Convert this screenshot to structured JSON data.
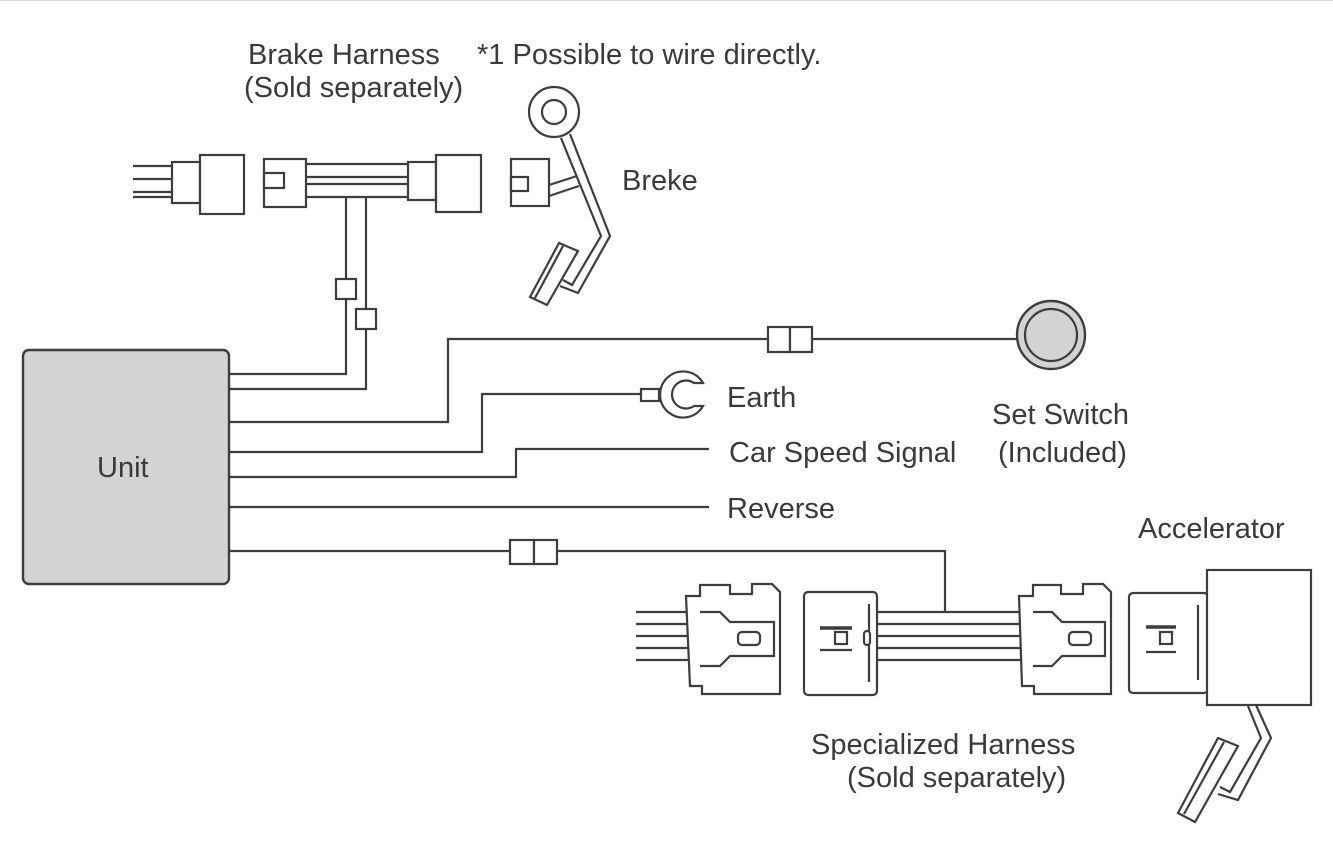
{
  "diagram": {
    "type": "wiring-diagram",
    "colors": {
      "line": "#3d3d3d",
      "unit_fill": "#d1d3d5",
      "text": "#3a3a3a"
    },
    "labels": {
      "brake_harness": "Brake Harness",
      "brake_harness_note": "(Sold separately)",
      "direct_wire_note": "*1 Possible to wire directly.",
      "brake": "Breke",
      "unit": "Unit",
      "earth": "Earth",
      "set_switch": "Set Switch",
      "set_switch_note": "(Included)",
      "car_speed_signal": "Car Speed Signal",
      "reverse": "Reverse",
      "accelerator": "Accelerator",
      "specialized_harness": "Specialized Harness",
      "specialized_harness_note": "(Sold separately)"
    },
    "components": [
      {
        "id": "unit",
        "icon": "control-unit-box"
      },
      {
        "id": "brake-harness",
        "icon": "connector-harness"
      },
      {
        "id": "brake-pedal",
        "icon": "pedal-switch"
      },
      {
        "id": "set-switch",
        "icon": "round-button"
      },
      {
        "id": "earth",
        "icon": "ring-terminal"
      },
      {
        "id": "specialized-harness",
        "icon": "connector-harness"
      },
      {
        "id": "accelerator-pedal",
        "icon": "pedal-sensor"
      }
    ],
    "connections": [
      {
        "from": "unit",
        "to": "brake-harness"
      },
      {
        "from": "unit",
        "to": "brake-harness"
      },
      {
        "from": "unit",
        "to": "set-switch"
      },
      {
        "from": "unit",
        "to": "earth"
      },
      {
        "from": "unit",
        "to": "car-speed-signal"
      },
      {
        "from": "unit",
        "to": "reverse"
      },
      {
        "from": "unit",
        "to": "specialized-harness"
      }
    ]
  }
}
